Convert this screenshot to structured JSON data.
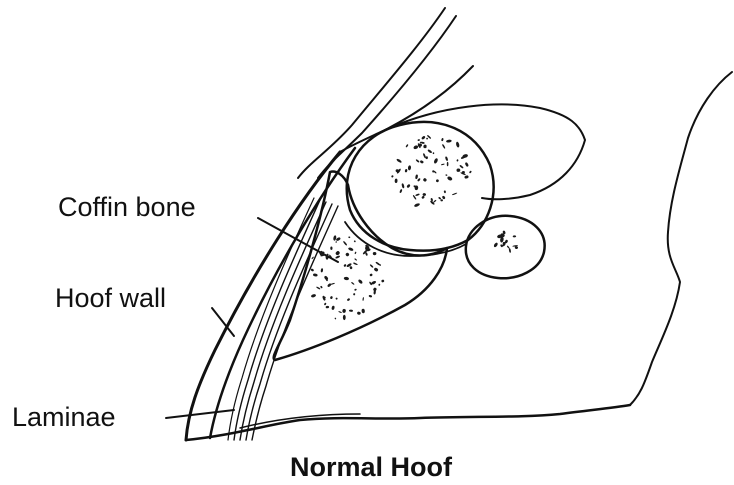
{
  "diagram": {
    "title": "Normal Hoof",
    "labels": {
      "coffin_bone": "Coffin bone",
      "hoof_wall": "Hoof wall",
      "laminae": "Laminae"
    }
  }
}
